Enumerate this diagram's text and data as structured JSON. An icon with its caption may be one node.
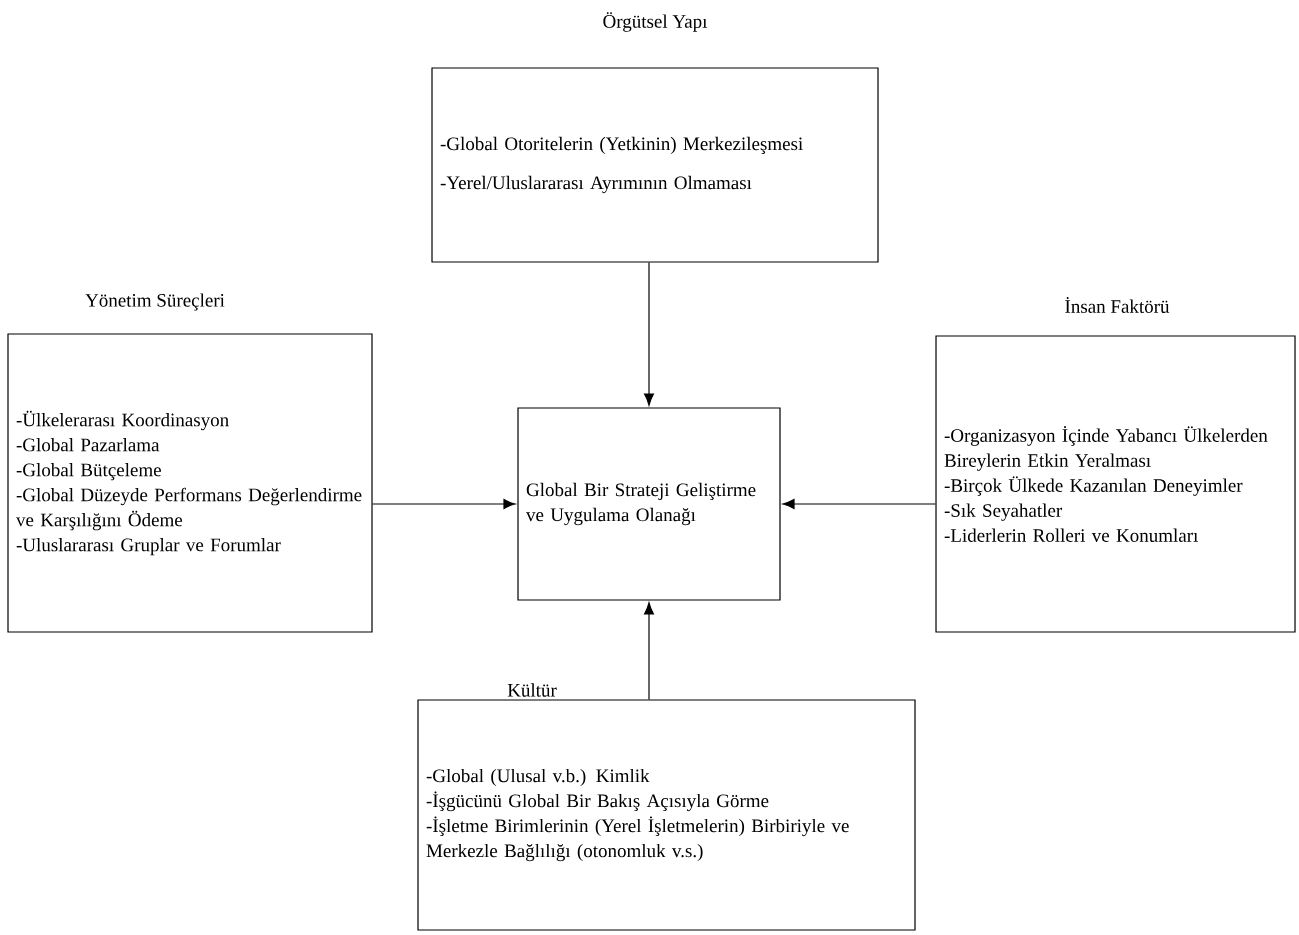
{
  "diagram": {
    "nodes": [
      {
        "text": [
          "Örgütsel Yapı",
          "-Global Otoritelerin (Yetkinin) Merkezileşmesi",
          "-Yerel/Uluslararası Ayrımının Olmaması"
        ]
      },
      {
        "text": [
          "Yönetim Süreçleri",
          "-Ülkelerarası Koordinasyon",
          "-Global Pazarlama",
          "-Global Bütçeleme",
          "-Global Düzeyde Performans Değerlendirme ve Karşılığını Ödeme",
          "-Uluslararası Gruplar ve Forumlar"
        ]
      },
      {
        "text": [
          "Global Bir Strateji Geliştirme ve Uygulama Olanağı"
        ]
      },
      {
        "text": [
          "İnsan Faktörü",
          "-Organizasyon İçinde Yabancı Ülkelerden Bireylerin Etkin Yeralması",
          "-Birçok Ülkede Kazanılan Deneyimler",
          "-Sık Seyahatler",
          "-Liderlerin Rolleri ve Konumları"
        ]
      },
      {
        "text": [
          "Kültür",
          "-Global (Ulusal v.b.) Kimlik",
          "-İşgücünü Global Bir Bakış Açısıyla Görme",
          "-İşletme Birimlerinin (Yerel İşletmelerin) Birbiriyle ve Merkezle Bağlılığı (otonomluk v.s.)"
        ]
      }
    ],
    "edges": [
      {
        "from": 0,
        "to": 2,
        "arrow": "to"
      },
      {
        "from": 1,
        "to": 2,
        "arrow": "to"
      },
      {
        "from": 3,
        "to": 2,
        "arrow": "to"
      },
      {
        "from": 4,
        "to": 2,
        "arrow": "to"
      }
    ]
  }
}
